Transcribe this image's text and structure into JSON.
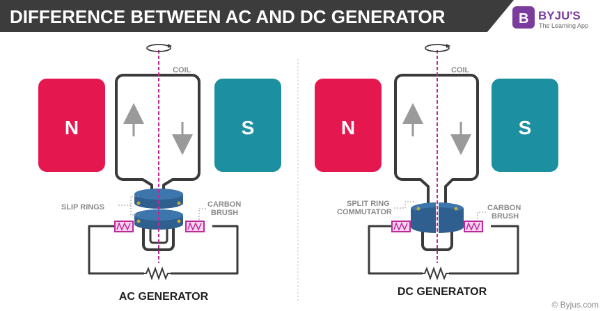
{
  "header": {
    "title": "DIFFERENCE BETWEEN AC AND DC GENERATOR",
    "logo_letter": "B",
    "logo_name": "BYJU'S",
    "logo_tagline": "The Learning App"
  },
  "ac": {
    "north": "N",
    "south": "S",
    "coil_label": "COIL",
    "rings_label": "SLIP RINGS",
    "brush_label_1": "CARBON",
    "brush_label_2": "BRUSH",
    "caption": "AC GENERATOR"
  },
  "dc": {
    "north": "N",
    "south": "S",
    "coil_label": "COIL",
    "commutator_label_1": "SPLIT RING",
    "commutator_label_2": "COMMUTATOR",
    "brush_label_1": "CARBON",
    "brush_label_2": "BRUSH",
    "caption": "DC GENERATOR"
  },
  "copyright": "© Byjus.com",
  "colors": {
    "north_pole": "#e5174f",
    "south_pole": "#1c8fa0",
    "header_bg": "#3c3c3c",
    "logo_purple": "#7b3c9e",
    "ring_blue": "#2f5f8f",
    "brush_magenta": "#c0289a",
    "axis_magenta": "#c0289a"
  }
}
